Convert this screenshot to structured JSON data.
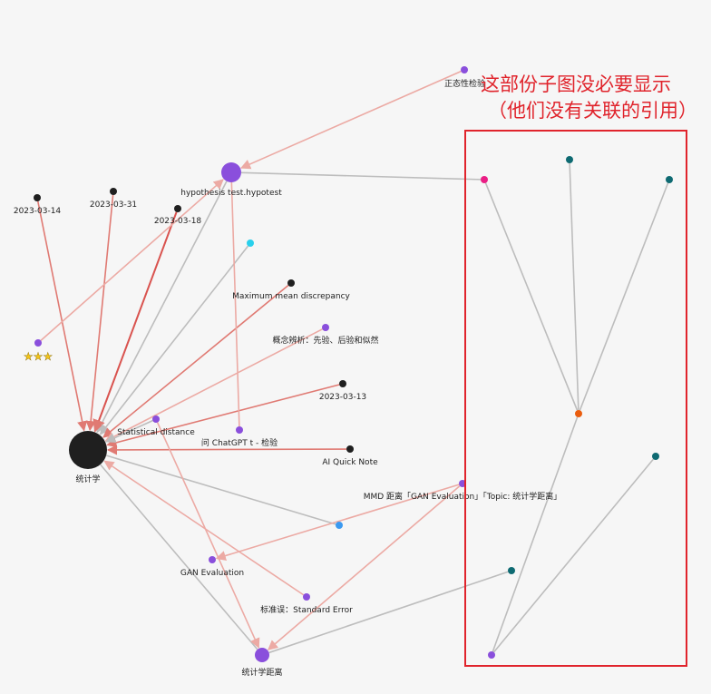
{
  "annotation": {
    "line1": "这部份子图没必要显示",
    "line2": "（他们没有关联的引用）",
    "color": "#e0242c"
  },
  "colors": {
    "edge_grey": "#bdbdbd",
    "edge_red": "#e07a73",
    "edge_red_dark": "#d9534f",
    "edge_pink": "#ecaaa4",
    "node_black": "#1f1f1f",
    "node_purple": "#8a4fdc",
    "node_cyan": "#29d0ec",
    "node_blue": "#3b99f0",
    "node_magenta": "#ea1e85",
    "node_orange": "#ea5d0e",
    "node_teal": "#0e6a72"
  },
  "nodes": {
    "stats": {
      "label": "统计学"
    },
    "hypothesis": {
      "label": "hypothesis test.hypotest"
    },
    "normality": {
      "label": "正态性检验"
    },
    "d0314": {
      "label": "2023-03-14"
    },
    "d0331": {
      "label": "2023-03-31"
    },
    "d0318": {
      "label": "2023-03-18"
    },
    "stars": {
      "label": "★★★"
    },
    "cyan1": {
      "label": ""
    },
    "mmd": {
      "label": "Maximum mean discrepancy"
    },
    "concept": {
      "label": "概念辨析：先验、后验和似然"
    },
    "d0313": {
      "label": "2023-03-13"
    },
    "statdist": {
      "label": "Statistical distance"
    },
    "chatgpt": {
      "label": "问 ChatGPT t - 检验"
    },
    "aiquick": {
      "label": "AI Quick Note"
    },
    "mmdgan": {
      "label": "MMD 距离「GAN Evaluation」「Topic: 统计学距离」"
    },
    "blue1": {
      "label": ""
    },
    "gan": {
      "label": "GAN Evaluation"
    },
    "stderr": {
      "label": "标准误：Standard Error"
    },
    "statdistance": {
      "label": "统计学距离"
    },
    "magenta": {
      "label": ""
    },
    "teal1": {
      "label": ""
    },
    "teal2": {
      "label": ""
    },
    "orange": {
      "label": ""
    },
    "teal3": {
      "label": ""
    },
    "teal4": {
      "label": ""
    },
    "purple_bottom": {
      "label": ""
    }
  }
}
